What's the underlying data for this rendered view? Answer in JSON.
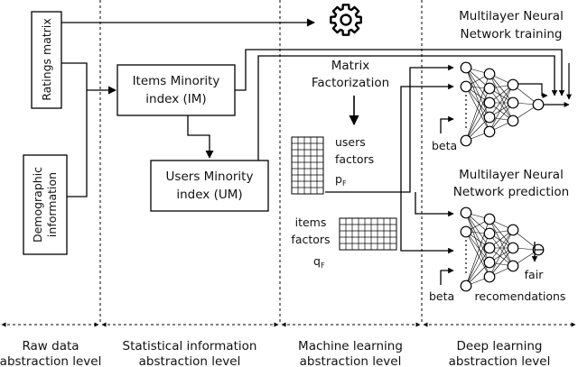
{
  "columns": [
    {
      "line1": "Raw data",
      "line2": "abstraction level"
    },
    {
      "line1": "Statistical information",
      "line2": "abstraction level"
    },
    {
      "line1": "Machine learning",
      "line2": "abstraction level"
    },
    {
      "line1": "Deep learning",
      "line2": "abstraction level"
    }
  ],
  "raw": {
    "ratings_matrix": "Ratings matrix",
    "demographic_line1": "Demographic",
    "demographic_line2": "information"
  },
  "stats": {
    "im_line1": "Items Minority",
    "im_line2": "index (IM)",
    "um_line1": "Users Minority",
    "um_line2": "index (UM)"
  },
  "ml": {
    "mf_line1": "Matrix",
    "mf_line2": "Factorization",
    "users_line1": "users",
    "users_line2": "factors",
    "users_symbol": "p",
    "users_sub": "F",
    "items_line1": "items",
    "items_line2": "factors",
    "items_symbol": "q",
    "items_sub": "F"
  },
  "dl": {
    "training_line1": "Multilayer Neural",
    "training_line2": "Network training",
    "prediction_line1": "Multilayer Neural",
    "prediction_line2": "Network prediction",
    "beta_train": "beta",
    "beta_pred": "beta",
    "output_line1": "fair",
    "output_line2": "recomendations"
  }
}
